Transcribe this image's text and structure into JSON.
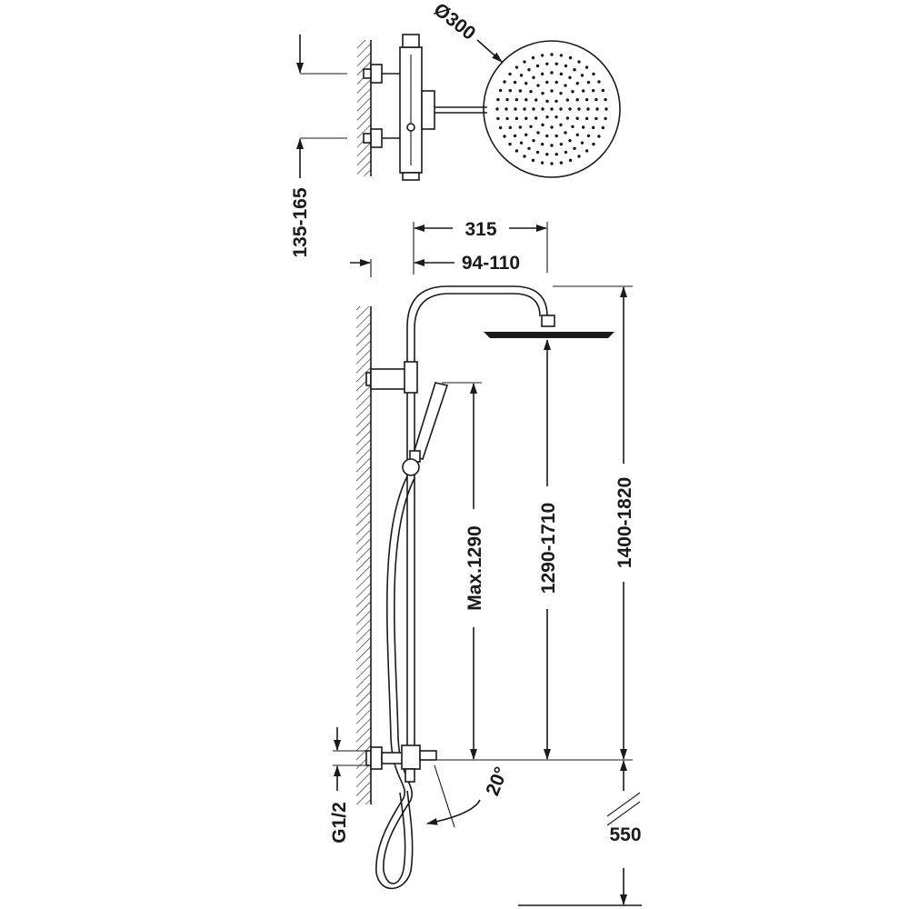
{
  "dimensions": {
    "head_diameter": "Ø300",
    "inlet_spacing": "135-165",
    "arm_projection": "315",
    "wall_distance": "94-110",
    "height_range": "1400-1820",
    "head_height": "1290-1710",
    "hand_max": "Max.1290",
    "angle": "20°",
    "thread": "G1/2",
    "mixer_height": "550"
  }
}
